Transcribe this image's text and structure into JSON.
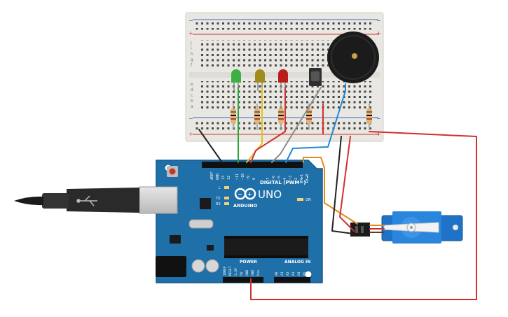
{
  "colors": {
    "board": "#1f6fa8",
    "board_dark": "#155a8c",
    "breadboard": "#e9e7e2",
    "wire_red": "#d32f2f",
    "wire_black": "#222222",
    "wire_green": "#2fa33a",
    "wire_yellow": "#e2c21a",
    "wire_orange": "#e08a1a",
    "wire_blue": "#1e88d6",
    "wire_gray": "#8c8c8c",
    "led_green": "#3cb043",
    "led_yellow": "#a08c1a",
    "led_red": "#b81c1c",
    "servo": "#1e72c8"
  },
  "breadboard": {
    "row_letters_left_top": [
      "j",
      "i",
      "h",
      "g",
      "f"
    ],
    "row_letters_left_bottom": [
      "e",
      "d",
      "c",
      "b",
      "a"
    ],
    "plus": "+",
    "minus": "−"
  },
  "arduino": {
    "logo_text": "ARDUINO",
    "model": "UNO",
    "digital_label": "DIGITAL (PWM~)",
    "power_label": "POWER",
    "analog_label": "ANALOG IN",
    "on_label": "ON",
    "l_label": "L",
    "tx_label": "TX",
    "rx_label": "RX",
    "top_pins": [
      "AREF",
      "GND",
      "13",
      "12",
      "~11",
      "~10",
      "~9",
      "8",
      "7",
      "~6",
      "~5",
      "4",
      "~3",
      "2",
      "TX►1",
      "RX◄0"
    ],
    "power_pins": [
      "IOREF",
      "RESET",
      "3.3V",
      "5V",
      "GND",
      "GND",
      "Vin"
    ],
    "analog_pins": [
      "A0",
      "A1",
      "A2",
      "A3",
      "A4",
      "A5"
    ]
  }
}
